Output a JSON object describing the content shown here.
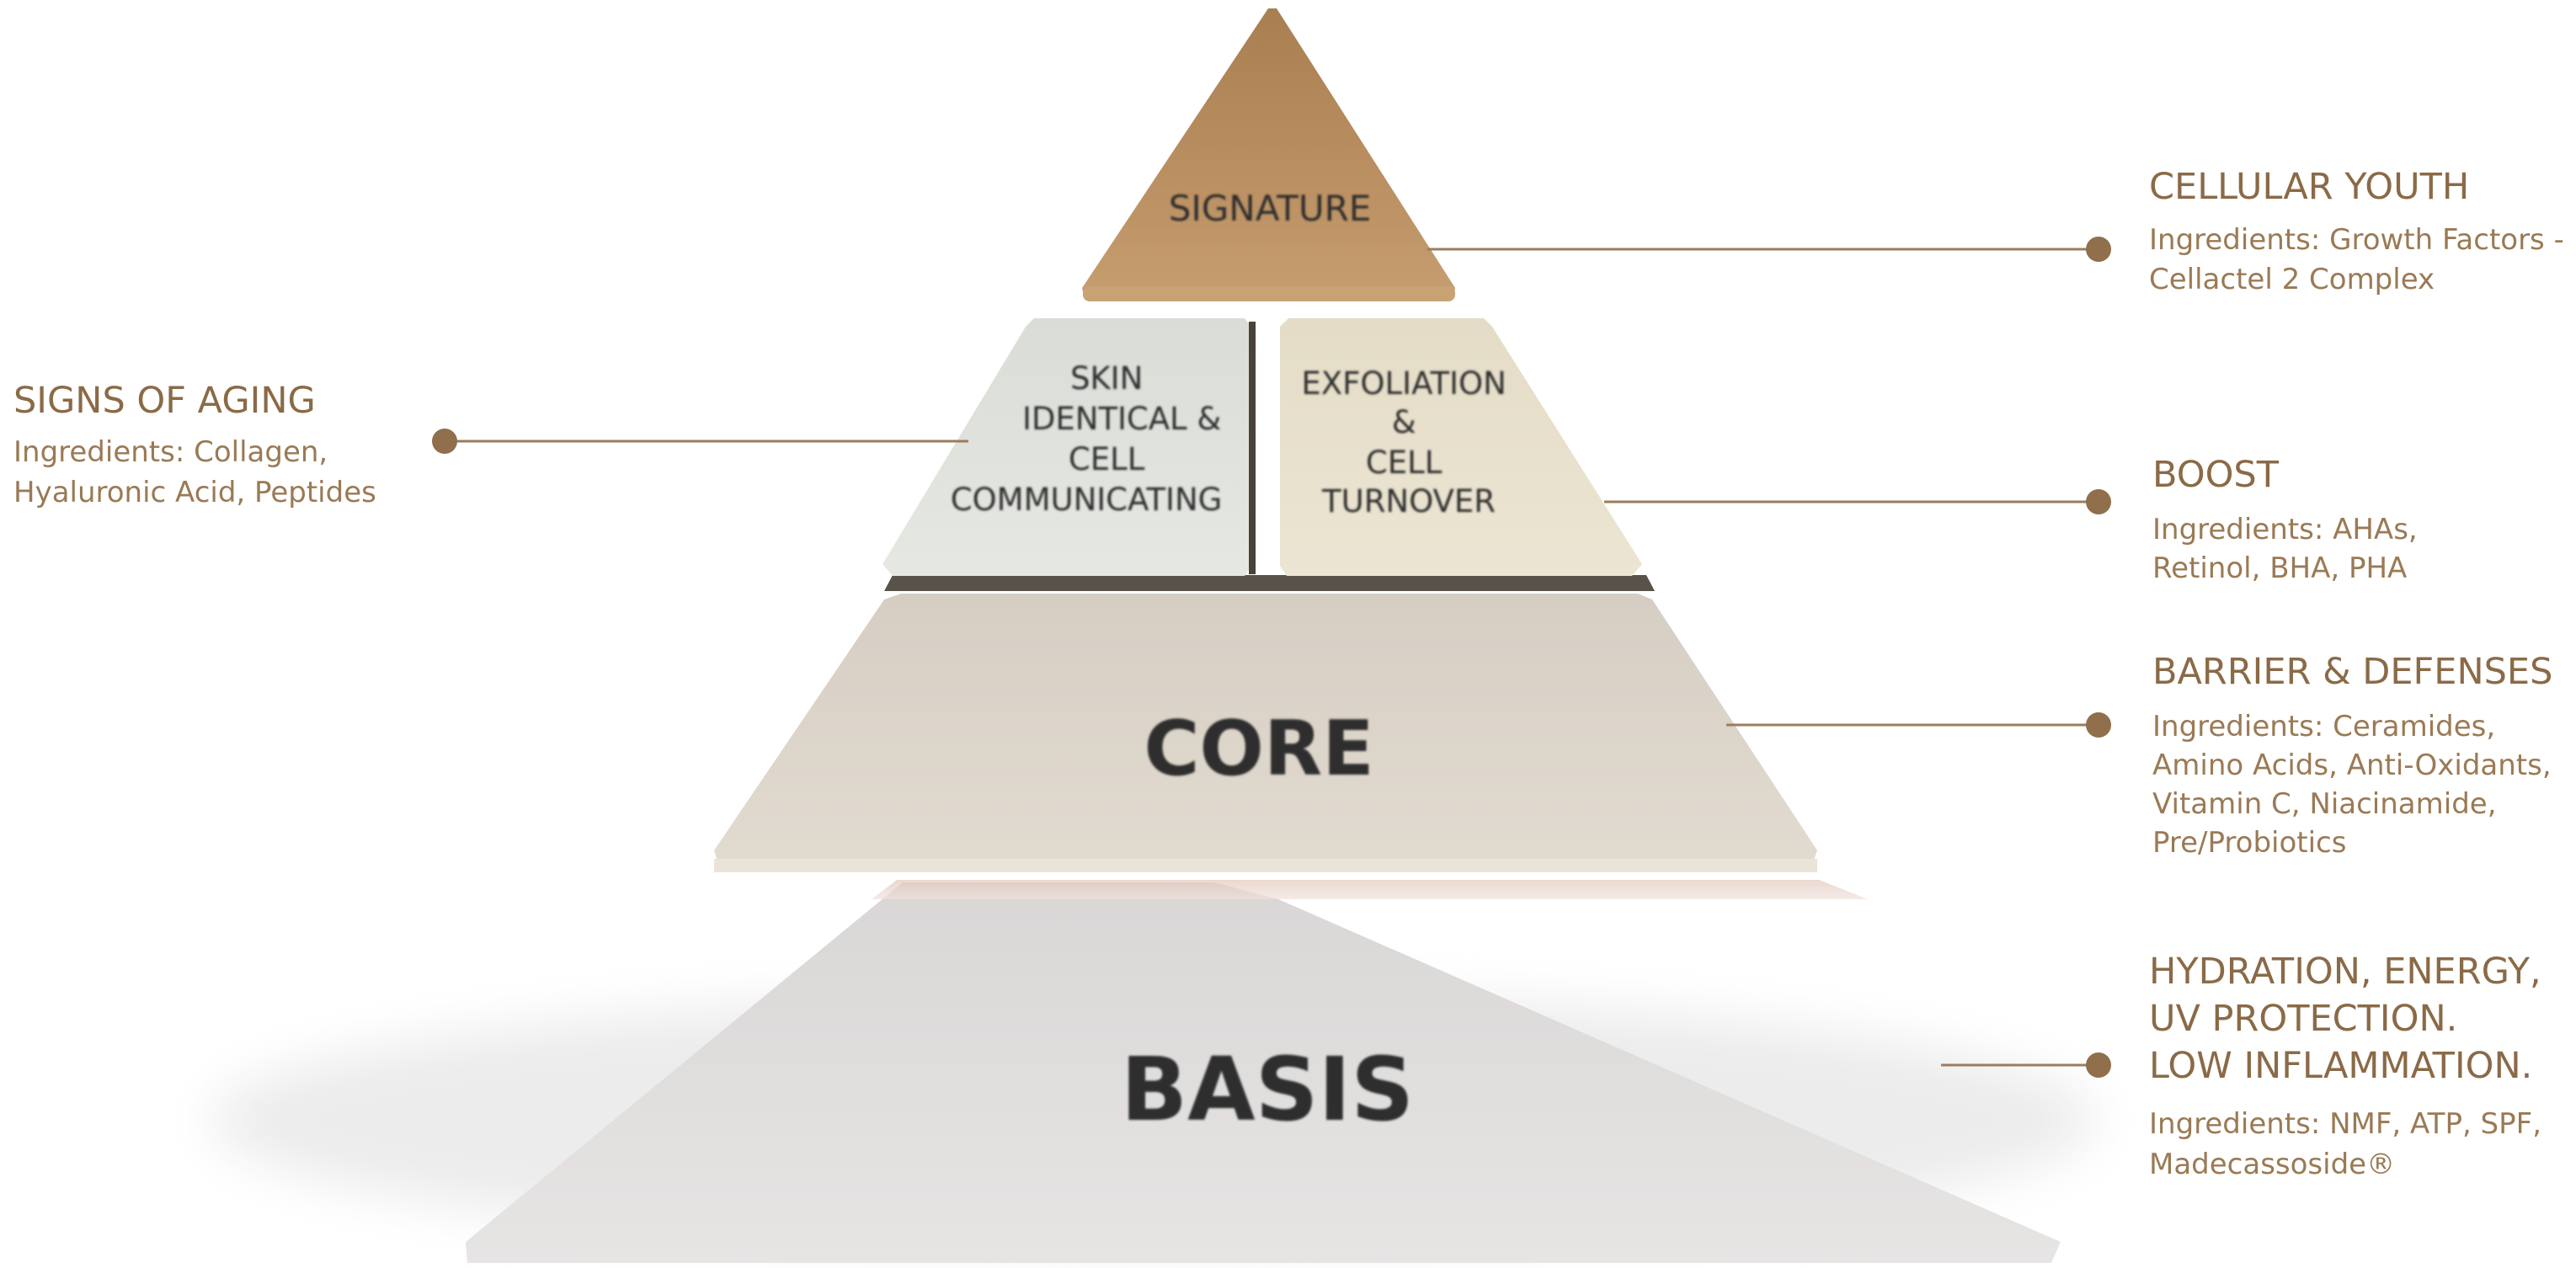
{
  "pyramid": {
    "tiers": {
      "signature": {
        "lines": [
          "SIGNATURE"
        ],
        "color": "#b58a5c"
      },
      "skin": {
        "lines": [
          "SKIN",
          "IDENTICAL &",
          "CELL",
          "COMMUNICATING"
        ],
        "color": "#dfe2dc"
      },
      "exfoliation": {
        "lines": [
          "EXFOLIATION",
          "&",
          "CELL",
          "TURNOVER"
        ],
        "color": "#e8e0cb"
      },
      "core": {
        "lines": [
          "CORE"
        ],
        "color": "#dcd4c8"
      },
      "basis": {
        "lines": [
          "BASIS"
        ],
        "color": "#dfdcdc"
      }
    }
  },
  "callouts": {
    "cellular_youth": {
      "heading": [
        "CELLULAR YOUTH"
      ],
      "body": [
        "Ingredients: Growth Factors -",
        "Cellactel 2 Complex"
      ]
    },
    "signs_of_aging": {
      "heading": [
        "SIGNS OF AGING"
      ],
      "body": [
        "Ingredients: Collagen,",
        "Hyaluronic Acid, Peptides"
      ]
    },
    "boost": {
      "heading": [
        "BOOST"
      ],
      "body": [
        "Ingredients: AHAs,",
        "Retinol, BHA, PHA"
      ]
    },
    "barrier": {
      "heading": [
        "BARRIER & DEFENSES"
      ],
      "body": [
        "Ingredients: Ceramides,",
        "Amino Acids, Anti-Oxidants,",
        "Vitamin C, Niacinamide,",
        "Pre/Probiotics"
      ]
    },
    "hydration": {
      "heading": [
        "HYDRATION, ENERGY,",
        "UV PROTECTION.",
        "LOW INFLAMMATION."
      ],
      "body": [
        "Ingredients: NMF, ATP, SPF,",
        "Madecassoside®"
      ]
    }
  },
  "colors": {
    "heading": "#8a6a47",
    "body": "#9a7a55",
    "connector": "#9b7d5a"
  }
}
